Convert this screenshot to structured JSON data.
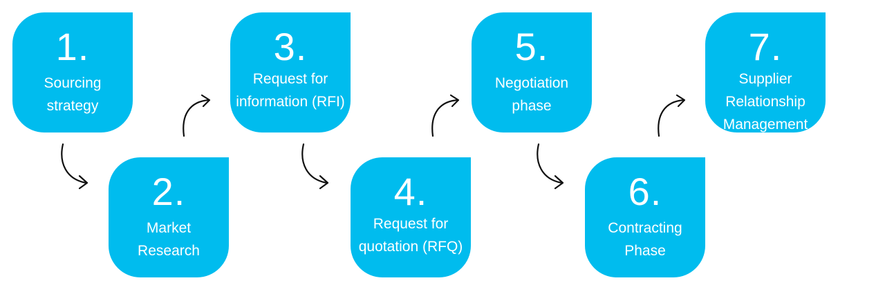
{
  "steps": [
    {
      "number": "1.",
      "label": "Sourcing strategy"
    },
    {
      "number": "2.",
      "label": "Market Research"
    },
    {
      "number": "3.",
      "label": "Request for information (RFI)"
    },
    {
      "number": "4.",
      "label": "Request for quotation (RFQ)"
    },
    {
      "number": "5.",
      "label": "Negotiation phase"
    },
    {
      "number": "6.",
      "label": "Contracting Phase"
    },
    {
      "number": "7.",
      "label": "Supplier Relationship Management"
    }
  ],
  "colors": {
    "box": "#00BCEE",
    "text": "#FFFFFF",
    "arrow": "#111111"
  },
  "icons": {
    "connector": "curved-arrow-icon"
  }
}
